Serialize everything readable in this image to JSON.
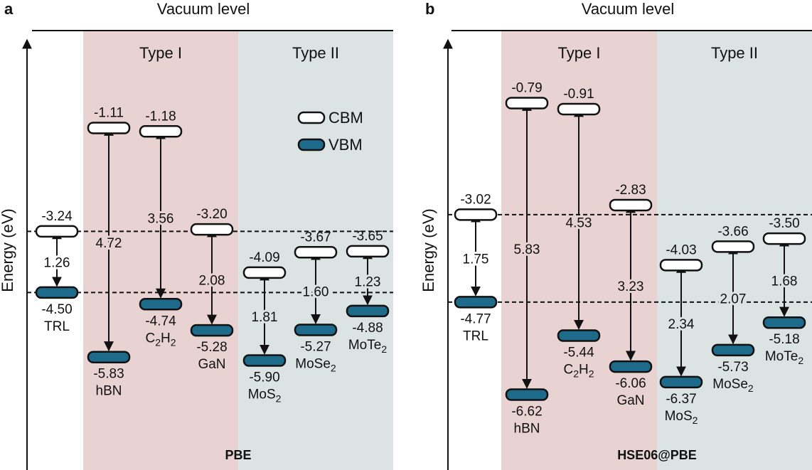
{
  "panels": [
    {
      "letter": "a",
      "top_label": "Vacuum level",
      "ylabel": "Energy (eV)",
      "region_labels": [
        "Type I",
        "Type II"
      ],
      "method": "PBE",
      "legend": [
        "CBM",
        "VBM"
      ]
    },
    {
      "letter": "b",
      "top_label": "Vacuum level",
      "ylabel": "Energy (eV)",
      "region_labels": [
        "Type I",
        "Type II"
      ],
      "method": "HSE06@PBE",
      "legend": []
    }
  ],
  "colors": {
    "vbm_fill": "#1d6a8a",
    "cbm_fill": "#ffffff",
    "type1_bg": "#e8d2d2",
    "type2_bg": "#dce3e3",
    "line": "#111111"
  },
  "chart_data": [
    {
      "type": "band-alignment",
      "title": "PBE",
      "ylabel": "Energy (eV)",
      "materials": [
        {
          "name": "TRL",
          "sub": "",
          "region": "ref",
          "cbm": -3.24,
          "vbm": -4.5,
          "gap": 1.26
        },
        {
          "name": "hBN",
          "sub": "",
          "region": "Type I",
          "cbm": -1.11,
          "vbm": -5.83,
          "gap": 4.72
        },
        {
          "name": "C2H2",
          "sub": "2",
          "region": "Type I",
          "cbm": -1.18,
          "vbm": -4.74,
          "gap": 3.56
        },
        {
          "name": "GaN",
          "sub": "",
          "region": "Type I",
          "cbm": -3.2,
          "vbm": -5.28,
          "gap": 2.08
        },
        {
          "name": "MoS2",
          "sub": "2",
          "region": "Type II",
          "cbm": -4.09,
          "vbm": -5.9,
          "gap": 1.81
        },
        {
          "name": "MoSe2",
          "sub": "2",
          "region": "Type II",
          "cbm": -3.67,
          "vbm": -5.27,
          "gap": 1.6
        },
        {
          "name": "MoTe2",
          "sub": "2",
          "region": "Type II",
          "cbm": -3.65,
          "vbm": -4.88,
          "gap": 1.23
        }
      ],
      "reference_lines": [
        -3.24,
        -4.5
      ]
    },
    {
      "type": "band-alignment",
      "title": "HSE06@PBE",
      "ylabel": "Energy (eV)",
      "materials": [
        {
          "name": "TRL",
          "sub": "",
          "region": "ref",
          "cbm": -3.02,
          "vbm": -4.77,
          "gap": 1.75
        },
        {
          "name": "hBN",
          "sub": "",
          "region": "Type I",
          "cbm": -0.79,
          "vbm": -6.62,
          "gap": 5.83
        },
        {
          "name": "C2H2",
          "sub": "2",
          "region": "Type I",
          "cbm": -0.91,
          "vbm": -5.44,
          "gap": 4.53
        },
        {
          "name": "GaN",
          "sub": "",
          "region": "Type I",
          "cbm": -2.83,
          "vbm": -6.06,
          "gap": 3.23
        },
        {
          "name": "MoS2",
          "sub": "2",
          "region": "Type II",
          "cbm": -4.03,
          "vbm": -6.37,
          "gap": 2.34
        },
        {
          "name": "MoSe2",
          "sub": "2",
          "region": "Type II",
          "cbm": -3.66,
          "vbm": -5.73,
          "gap": 2.07
        },
        {
          "name": "MoTe2",
          "sub": "2",
          "region": "Type II",
          "cbm": -3.5,
          "vbm": -5.18,
          "gap": 1.68
        }
      ],
      "reference_lines": [
        -3.02,
        -4.77
      ]
    }
  ]
}
